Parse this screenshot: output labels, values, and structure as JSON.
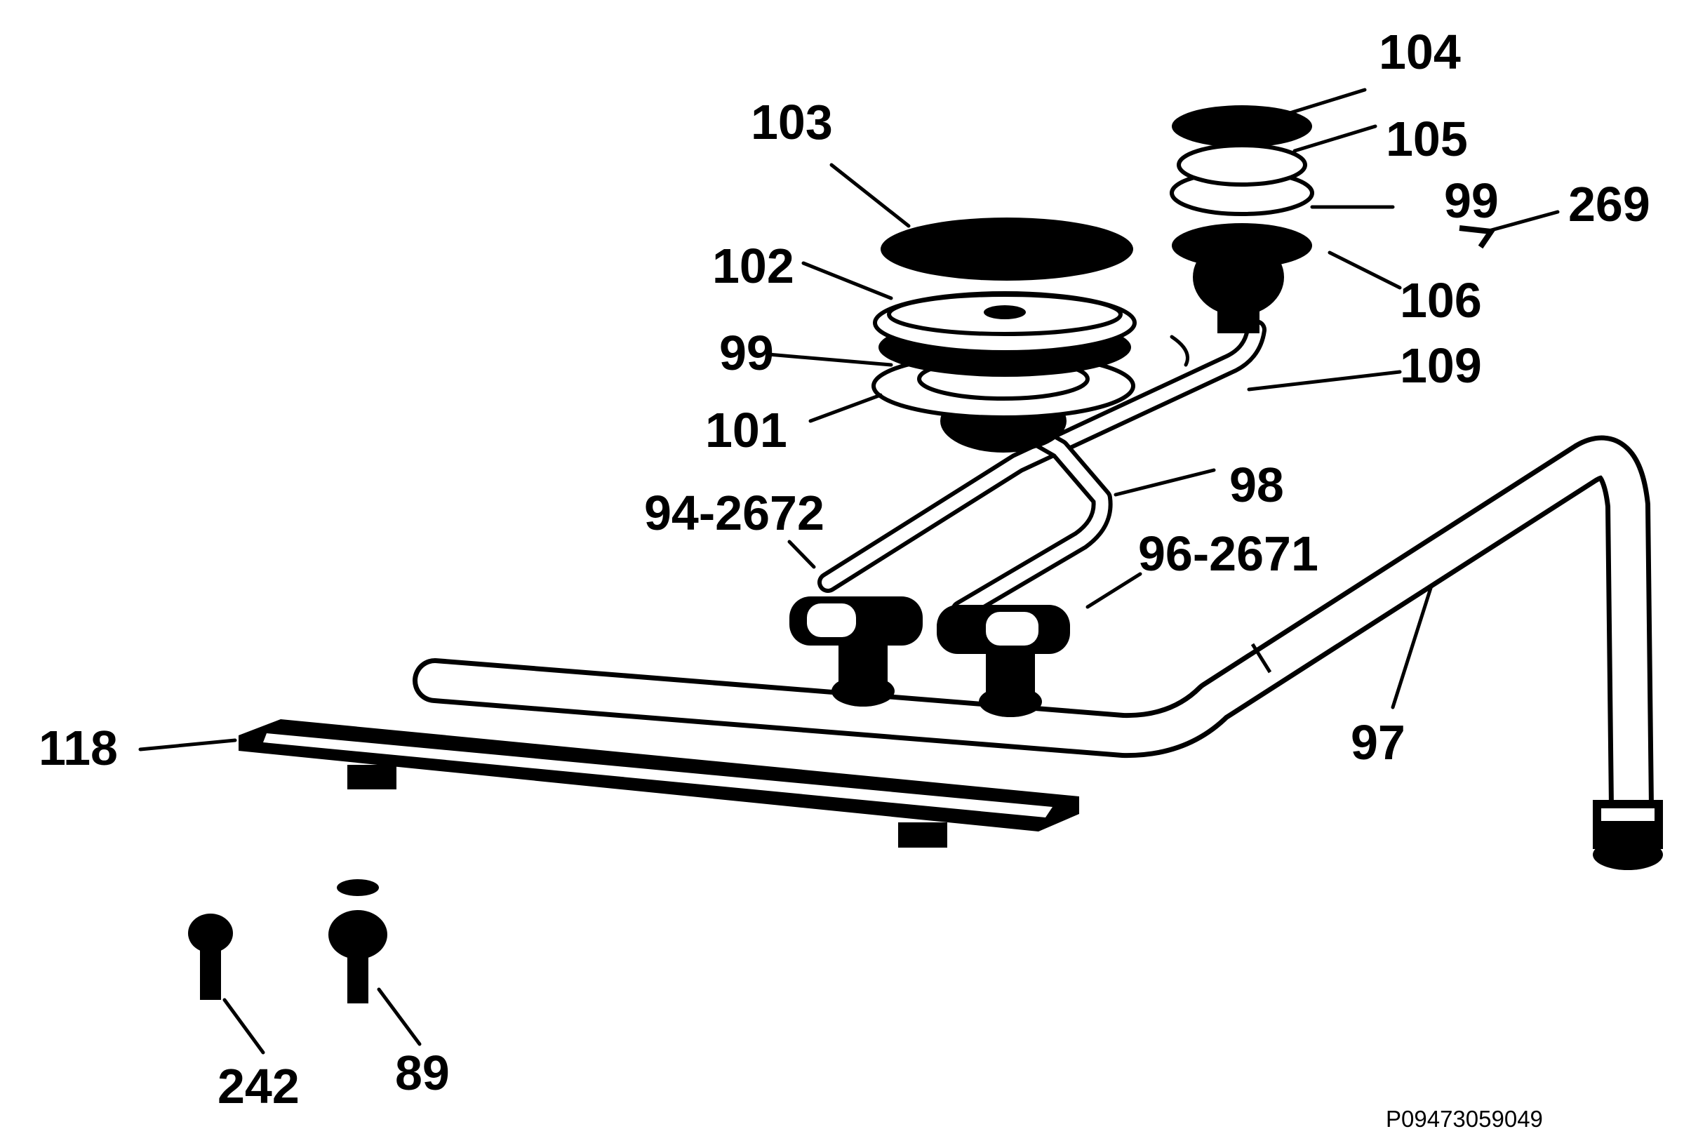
{
  "diagram": {
    "reference_code": "P09473059049",
    "labels": {
      "l103": "103",
      "l104": "104",
      "l105": "105",
      "l99a": "99",
      "l269": "269",
      "l102": "102",
      "l106": "106",
      "l99b": "99",
      "l109": "109",
      "l101": "101",
      "l98": "98",
      "l94": "94-2672",
      "l96": "96-2671",
      "l118": "118",
      "l97": "97",
      "l242": "242",
      "l89": "89"
    }
  }
}
